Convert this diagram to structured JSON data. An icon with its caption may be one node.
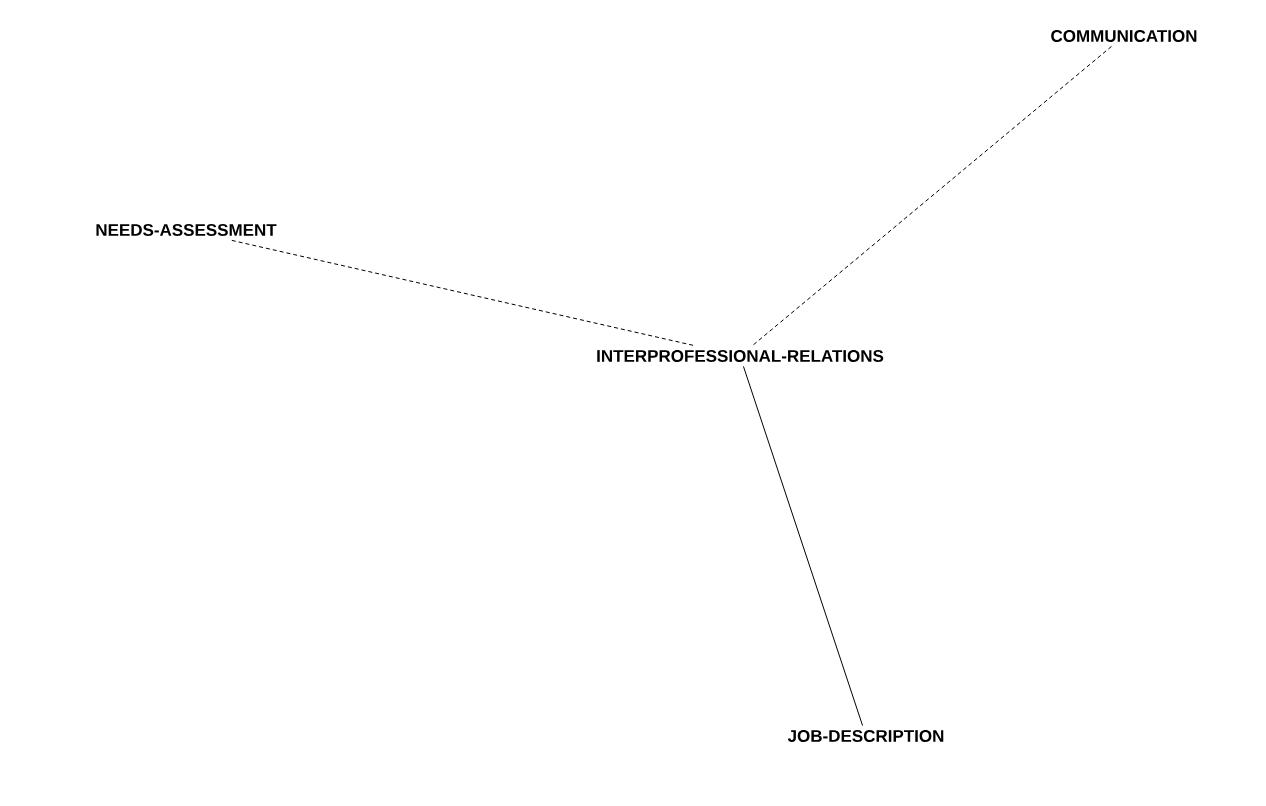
{
  "diagram": {
    "nodes": [
      {
        "text": [
          "NEEDS-ASSESSMENT"
        ]
      },
      {
        "text": [
          "COMMUNICATION"
        ]
      },
      {
        "text": [
          "INTERPROFESSIONAL-RELATIONS"
        ]
      },
      {
        "text": [
          "JOB-DESCRIPTION"
        ]
      }
    ],
    "edges": [
      {
        "from": 0,
        "to": 2,
        "arrow": "none",
        "style": "dashed"
      },
      {
        "from": 1,
        "to": 2,
        "arrow": "none",
        "style": "dashed"
      },
      {
        "from": 2,
        "to": 3,
        "arrow": "none"
      }
    ]
  }
}
